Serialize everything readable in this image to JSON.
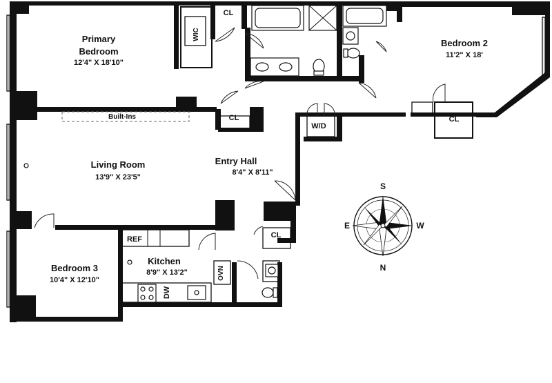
{
  "rooms": {
    "primary_bedroom": {
      "name_line1": "Primary",
      "name_line2": "Bedroom",
      "dims": "12'4\" X 18'10\""
    },
    "bedroom2": {
      "name": "Bedroom 2",
      "dims": "11'2\" X 18'"
    },
    "living_room": {
      "name": "Living Room",
      "dims": "13'9\" X 23'5\""
    },
    "entry_hall": {
      "name": "Entry Hall",
      "dims": "8'4\" X 8'11\""
    },
    "kitchen": {
      "name": "Kitchen",
      "dims": "8'9\" X 13'2\""
    },
    "bedroom3": {
      "name": "Bedroom 3",
      "dims": "10'4\" X 12'10\""
    }
  },
  "labels": {
    "closet": "CL",
    "walk_in_closet": "WIC",
    "built_ins": "Built-Ins",
    "washer_dryer": "W/D",
    "refrigerator": "REF",
    "oven": "OVN",
    "dishwasher": "DW"
  },
  "compass": {
    "north": "N",
    "south": "S",
    "east": "E",
    "west": "W"
  }
}
